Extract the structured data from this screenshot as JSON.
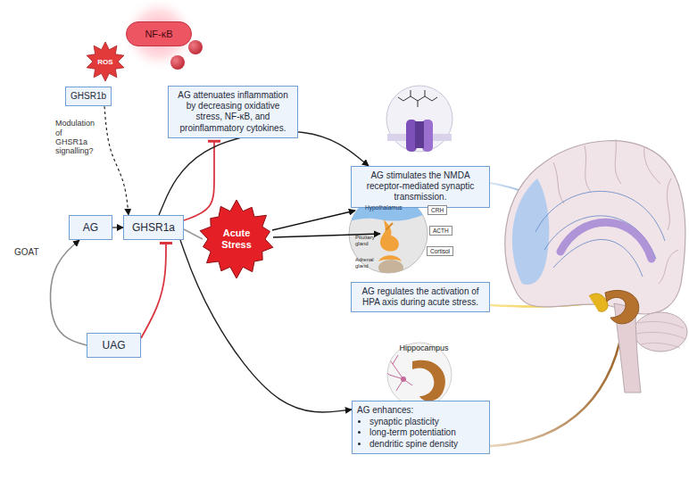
{
  "diagram": {
    "nodes": [
      {
        "text": [
          "NF-κB"
        ]
      },
      {
        "text": [
          "ROS"
        ]
      },
      {
        "text": [
          "AG attenuates inflammation by decreasing oxidative stress, NF-κB, and proinflammatory cytokines."
        ]
      },
      {
        "text": [
          "GHSR1b"
        ]
      },
      {
        "text": [
          "AG stimulates the NMDA receptor-mediated synaptic transmission."
        ]
      },
      {
        "text": [
          "AG"
        ]
      },
      {
        "text": [
          "GHSR1a"
        ]
      },
      {
        "text": [
          "Acute Stress"
        ]
      },
      {
        "text": [
          "CRH"
        ]
      },
      {
        "text": [
          "ACTH"
        ]
      },
      {
        "text": [
          "Cortisol"
        ]
      },
      {
        "text": [
          "AG regulates the activation of HPA axis during acute stress."
        ]
      },
      {
        "text": [
          "UAG"
        ]
      },
      {
        "text": [
          "AG enhances:",
          "synaptic plasticity",
          "long-term potentiation",
          "dendritic spine density"
        ]
      }
    ],
    "edges": [
      {
        "from": 3,
        "to": 6,
        "arrow": "to",
        "label": "Modulation of GHSR1a signalling?"
      },
      {
        "from": 5,
        "to": 6,
        "arrow": "to"
      },
      {
        "from": 12,
        "to": 5,
        "arrow": "to",
        "label": "GOAT"
      },
      {
        "from": 12,
        "to": 6,
        "arrow": "to"
      },
      {
        "from": 6,
        "to": 2,
        "arrow": "to"
      },
      {
        "from": 6,
        "to": 4,
        "arrow": "to"
      },
      {
        "from": 6,
        "to": 7,
        "arrow": "none"
      },
      {
        "from": 6,
        "to": 13,
        "arrow": "to"
      }
    ],
    "labels": [
      "Hypothalamus",
      "Pituitary gland",
      "Adrenal gland",
      "Hippocampus"
    ]
  }
}
